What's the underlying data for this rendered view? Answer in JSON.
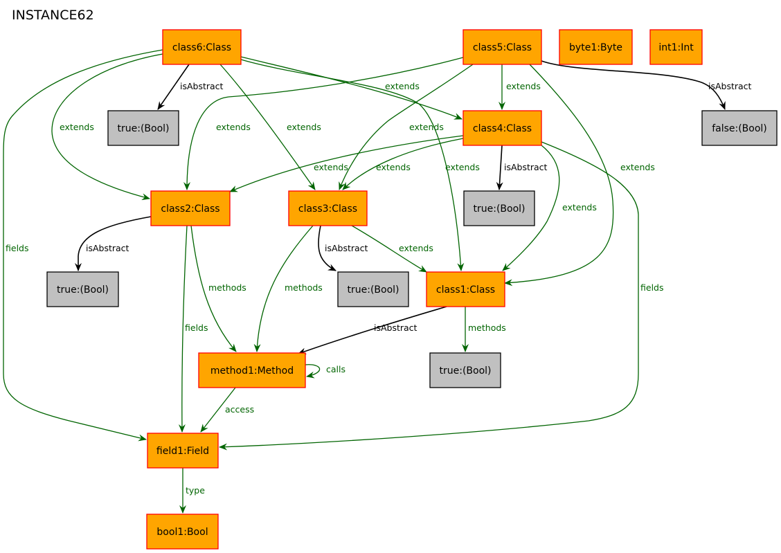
{
  "title": "INSTANCE62",
  "colors": {
    "object_fill": "#ffa500",
    "object_border": "#ff0000",
    "value_fill": "#c0c0c0",
    "value_border": "#000000",
    "edge_green": "#006400",
    "edge_black": "#000000"
  },
  "nodes": [
    {
      "id": "class6",
      "label": "class6:Class",
      "kind": "object"
    },
    {
      "id": "class5",
      "label": "class5:Class",
      "kind": "object"
    },
    {
      "id": "byte1",
      "label": "byte1:Byte",
      "kind": "object"
    },
    {
      "id": "int1",
      "label": "int1:Int",
      "kind": "object"
    },
    {
      "id": "true6",
      "label": "true:(Bool)",
      "kind": "value"
    },
    {
      "id": "class4",
      "label": "class4:Class",
      "kind": "object"
    },
    {
      "id": "false5",
      "label": "false:(Bool)",
      "kind": "value"
    },
    {
      "id": "class2",
      "label": "class2:Class",
      "kind": "object"
    },
    {
      "id": "class3",
      "label": "class3:Class",
      "kind": "object"
    },
    {
      "id": "true4",
      "label": "true:(Bool)",
      "kind": "value"
    },
    {
      "id": "true2",
      "label": "true:(Bool)",
      "kind": "value"
    },
    {
      "id": "true3",
      "label": "true:(Bool)",
      "kind": "value"
    },
    {
      "id": "class1",
      "label": "class1:Class",
      "kind": "object"
    },
    {
      "id": "method1",
      "label": "method1:Method",
      "kind": "object"
    },
    {
      "id": "true1",
      "label": "true:(Bool)",
      "kind": "value"
    },
    {
      "id": "field1",
      "label": "field1:Field",
      "kind": "object"
    },
    {
      "id": "bool1",
      "label": "bool1:Bool",
      "kind": "object"
    }
  ],
  "edges": [
    {
      "from": "class6",
      "to": "true6",
      "label": "isAbstract",
      "kind": "attribute"
    },
    {
      "from": "class6",
      "to": "class2",
      "label": "extends",
      "kind": "reference"
    },
    {
      "from": "class6",
      "to": "class3",
      "label": "extends",
      "kind": "reference"
    },
    {
      "from": "class6",
      "to": "class4",
      "label": "extends",
      "kind": "reference"
    },
    {
      "from": "class6",
      "to": "class1",
      "label": "extends",
      "kind": "reference"
    },
    {
      "from": "class6",
      "to": "field1",
      "label": "fields",
      "kind": "reference"
    },
    {
      "from": "class5",
      "to": "class4",
      "label": "extends",
      "kind": "reference"
    },
    {
      "from": "class5",
      "to": "false5",
      "label": "isAbstract",
      "kind": "attribute"
    },
    {
      "from": "class5",
      "to": "class2",
      "label": "extends",
      "kind": "reference"
    },
    {
      "from": "class5",
      "to": "class3",
      "label": "extends",
      "kind": "reference"
    },
    {
      "from": "class5",
      "to": "class1",
      "label": "extends",
      "kind": "reference"
    },
    {
      "from": "class4",
      "to": "class2",
      "label": "extends",
      "kind": "reference"
    },
    {
      "from": "class4",
      "to": "class3",
      "label": "extends",
      "kind": "reference"
    },
    {
      "from": "class4",
      "to": "true4",
      "label": "isAbstract",
      "kind": "attribute"
    },
    {
      "from": "class4",
      "to": "class1",
      "label": "extends",
      "kind": "reference"
    },
    {
      "from": "class4",
      "to": "field1",
      "label": "fields",
      "kind": "reference"
    },
    {
      "from": "class2",
      "to": "true2",
      "label": "isAbstract",
      "kind": "attribute"
    },
    {
      "from": "class2",
      "to": "method1",
      "label": "methods",
      "kind": "reference"
    },
    {
      "from": "class2",
      "to": "field1",
      "label": "fields",
      "kind": "reference"
    },
    {
      "from": "class3",
      "to": "true3",
      "label": "isAbstract",
      "kind": "attribute"
    },
    {
      "from": "class3",
      "to": "class1",
      "label": "extends",
      "kind": "reference"
    },
    {
      "from": "class3",
      "to": "method1",
      "label": "methods",
      "kind": "reference"
    },
    {
      "from": "class1",
      "to": "true1",
      "label": "isAbstract",
      "kind": "attribute"
    },
    {
      "from": "class1",
      "to": "method1",
      "label": "methods",
      "kind": "reference"
    },
    {
      "from": "method1",
      "to": "method1",
      "label": "calls",
      "kind": "reference"
    },
    {
      "from": "method1",
      "to": "field1",
      "label": "access",
      "kind": "reference"
    },
    {
      "from": "field1",
      "to": "bool1",
      "label": "type",
      "kind": "reference"
    }
  ]
}
